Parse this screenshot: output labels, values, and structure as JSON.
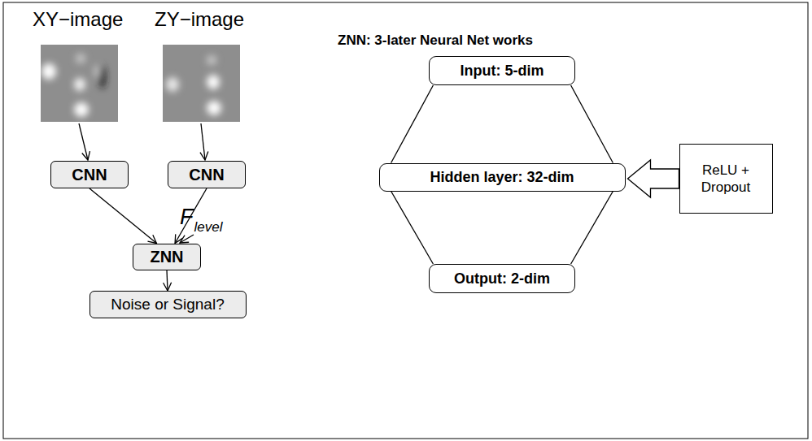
{
  "diagram": {
    "nodes": [
      {
        "text": [
          "CNN"
        ]
      },
      {
        "text": [
          "CNN"
        ]
      },
      {
        "text": [
          "ZNN"
        ]
      },
      {
        "text": [
          "Noise or Signal?"
        ]
      },
      {
        "text": [
          "Input: 5-dim"
        ]
      },
      {
        "text": [
          "Hidden layer: 32-dim"
        ]
      },
      {
        "text": [
          "ReLU + Dropout"
        ]
      },
      {
        "text": [
          "Output: 2-dim"
        ]
      }
    ],
    "edges": [
      {
        "from": 0,
        "to": 2,
        "arrow": "to"
      },
      {
        "from": 1,
        "to": 2,
        "arrow": "to"
      },
      {
        "from": 2,
        "to": 3,
        "arrow": "to"
      },
      {
        "from": 4,
        "to": 5,
        "arrow": "none"
      },
      {
        "from": 4,
        "to": 5,
        "arrow": "none"
      },
      {
        "from": 5,
        "to": 7,
        "arrow": "none"
      },
      {
        "from": 5,
        "to": 7,
        "arrow": "none"
      },
      {
        "from": 6,
        "to": 5,
        "arrow": "to"
      }
    ],
    "labels": [
      "XY−image",
      "ZY−image",
      "F",
      "level",
      "ZNN: 3-later Neural Net works"
    ]
  }
}
